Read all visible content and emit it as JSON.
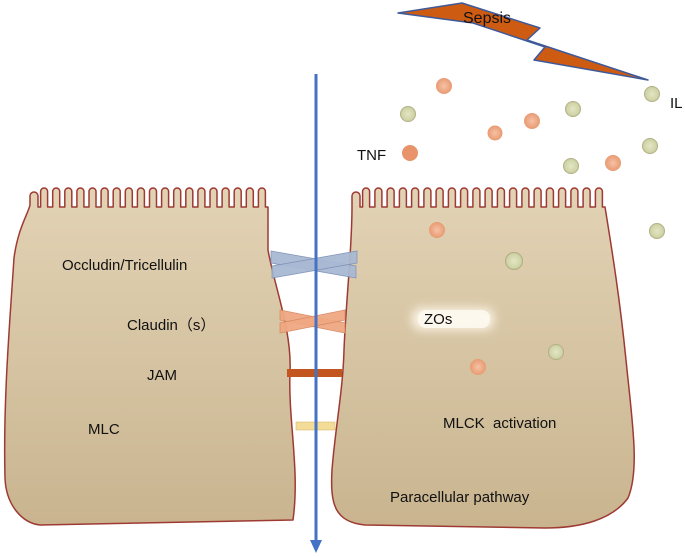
{
  "labels": {
    "sepsis": "Sepsis",
    "il": "IL",
    "tnf": "TNF",
    "occludin": "Occludin/Tricellulin",
    "claudin": "Claudin（s）",
    "jam": "JAM",
    "mlc": "MLC",
    "zos": "ZOs",
    "mlck": "MLCK  activation",
    "paracellular": "Paracellular pathway"
  },
  "colors": {
    "cell_fill": "#d2bf9e",
    "cell_stroke": "#9e3a33",
    "arrow": "#4472c4",
    "sepsis_bolt": "#cd5b12",
    "sepsis_outline": "#3f5a99",
    "occludin_band": "#a9b9d3",
    "claudin_band": "#f0a882",
    "jam_bar": "#c3561e",
    "mlc_bar": "#f3dc97",
    "tnf_particle": "#f1a984",
    "il_particle": "#d6dcb0"
  }
}
